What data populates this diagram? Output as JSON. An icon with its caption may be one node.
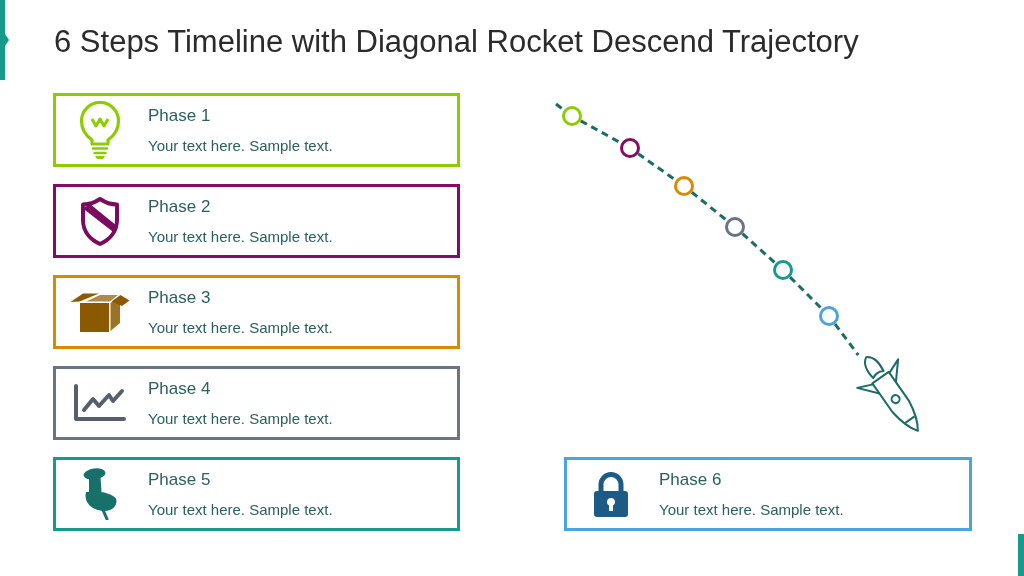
{
  "diagram": {
    "title": "6 Steps Timeline with Diagonal Rocket Descend Trajectory",
    "nodes": [
      {
        "text": [
          "Phase 1",
          "Your text here. Sample text."
        ]
      },
      {
        "text": [
          "Phase 2",
          "Your text here. Sample text."
        ]
      },
      {
        "text": [
          "Phase 3",
          "Your text here. Sample text."
        ]
      },
      {
        "text": [
          "Phase 4",
          "Your text here. Sample text."
        ]
      },
      {
        "text": [
          "Phase 5",
          "Your text here. Sample text."
        ]
      },
      {
        "text": [
          "Phase 6",
          "Your text here. Sample text."
        ]
      },
      {
        "text": [],
        "shape": "circle"
      },
      {
        "text": [],
        "shape": "circle"
      },
      {
        "text": [],
        "shape": "circle"
      },
      {
        "text": [],
        "shape": "circle"
      },
      {
        "text": [],
        "shape": "circle"
      },
      {
        "text": [],
        "shape": "circle"
      },
      {
        "text": [],
        "shape": "picture"
      }
    ],
    "edges": [
      {
        "from": null,
        "to": 6,
        "arrow": "none",
        "style": "dashed"
      },
      {
        "from": 6,
        "to": 7,
        "arrow": "none",
        "style": "dashed"
      },
      {
        "from": 7,
        "to": 8,
        "arrow": "none",
        "style": "dashed"
      },
      {
        "from": 8,
        "to": 9,
        "arrow": "none",
        "style": "dashed"
      },
      {
        "from": 9,
        "to": 10,
        "arrow": "none",
        "style": "dashed"
      },
      {
        "from": 10,
        "to": 11,
        "arrow": "none",
        "style": "dashed"
      },
      {
        "from": 11,
        "to": 12,
        "arrow": "none",
        "style": "dashed"
      }
    ]
  }
}
